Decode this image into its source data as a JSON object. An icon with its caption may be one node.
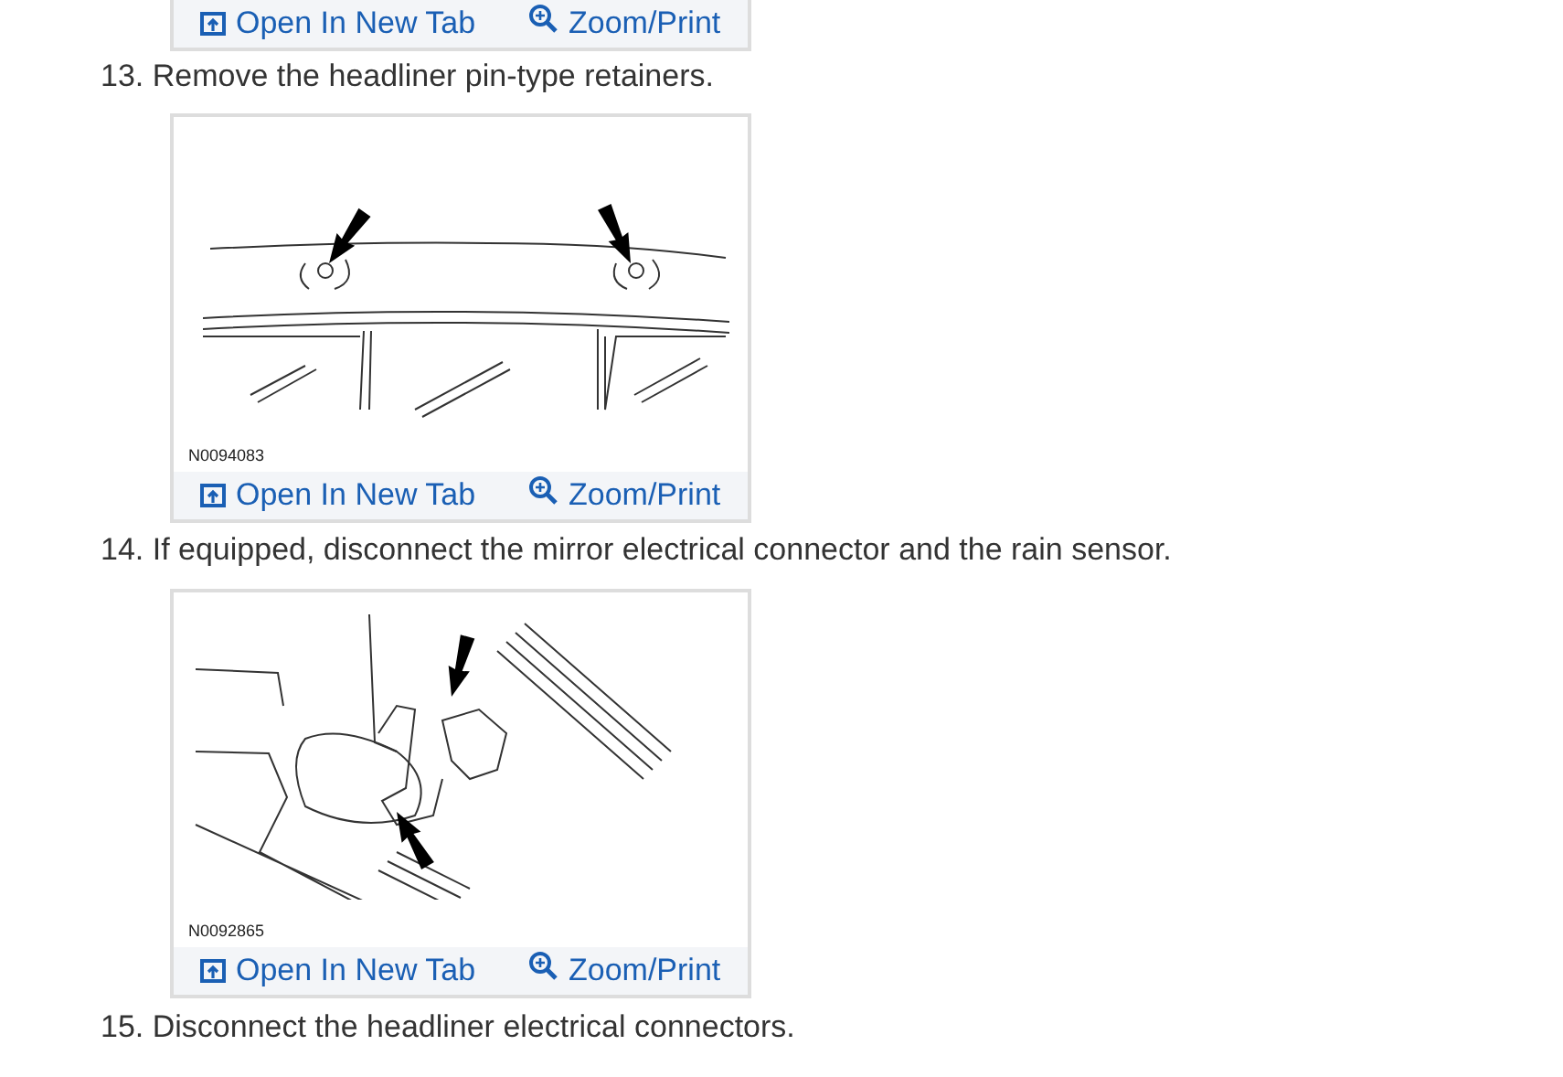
{
  "diagram": {
    "labels": [
      "Open In New Tab",
      "Zoom/Print",
      "13. Remove the headliner pin-type retainers.",
      "N0094083",
      "Open In New Tab",
      "Zoom/Print",
      "14. If equipped, disconnect the mirror electrical connector and the rain sensor.",
      "N0092865",
      "Open In New Tab",
      "Zoom/Print",
      "15. Disconnect the headliner electrical connectors."
    ]
  }
}
